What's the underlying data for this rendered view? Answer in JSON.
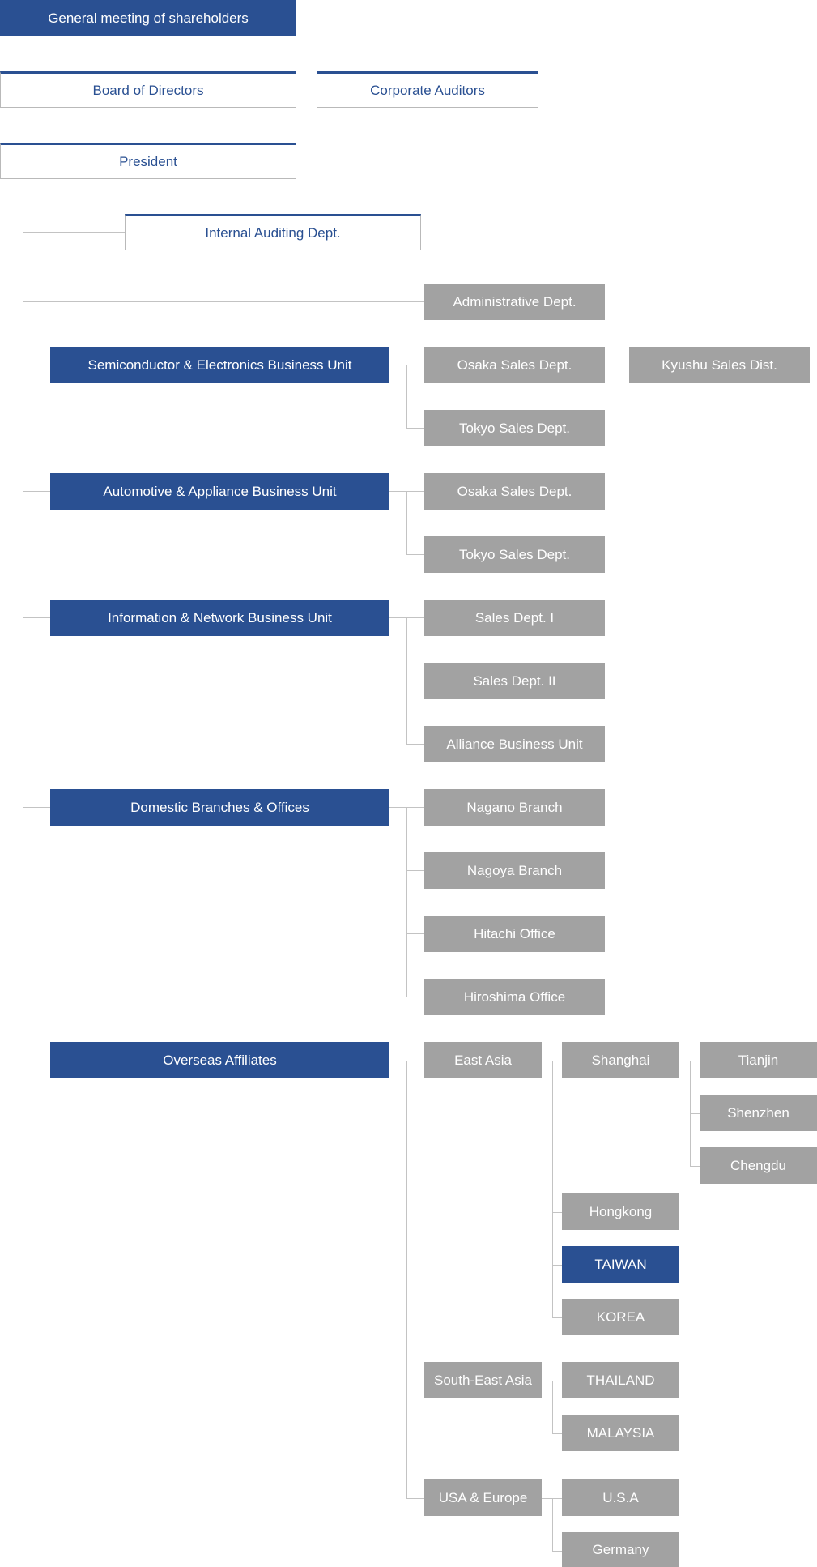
{
  "top": {
    "shareholders": "General meeting of shareholders",
    "board": "Board of Directors",
    "auditors": "Corporate Auditors",
    "president": "President",
    "internal_audit": "Internal Auditing Dept.",
    "administrative": "Administrative Dept."
  },
  "units": {
    "semiconductor": {
      "label": "Semiconductor & Electronics Business Unit",
      "osaka": "Osaka Sales Dept.",
      "kyushu": "Kyushu Sales Dist.",
      "tokyo": "Tokyo Sales Dept."
    },
    "automotive": {
      "label": "Automotive & Appliance Business Unit",
      "osaka": "Osaka Sales Dept.",
      "tokyo": "Tokyo Sales Dept."
    },
    "information": {
      "label": "Information & Network Business Unit",
      "sales1": "Sales Dept. I",
      "sales2": "Sales Dept. II",
      "alliance": "Alliance Business Unit"
    },
    "domestic": {
      "label": "Domestic Branches & Offices",
      "nagano": "Nagano Branch",
      "nagoya": "Nagoya Branch",
      "hitachi": "Hitachi Office",
      "hiroshima": "Hiroshima Office"
    },
    "overseas": {
      "label": "Overseas Affiliates",
      "east_asia": "East Asia",
      "shanghai": "Shanghai",
      "tianjin": "Tianjin",
      "shenzhen": "Shenzhen",
      "chengdu": "Chengdu",
      "hongkong": "Hongkong",
      "taiwan": "TAIWAN",
      "korea": "KOREA",
      "south_east_asia": "South-East Asia",
      "thailand": "THAILAND",
      "malaysia": "MALAYSIA",
      "usa_europe": "USA & Europe",
      "usa": "U.S.A",
      "germany": "Germany"
    }
  },
  "colors": {
    "navy": "#2a5092",
    "gray": "#a2a2a2",
    "line": "#c3c3c3"
  }
}
